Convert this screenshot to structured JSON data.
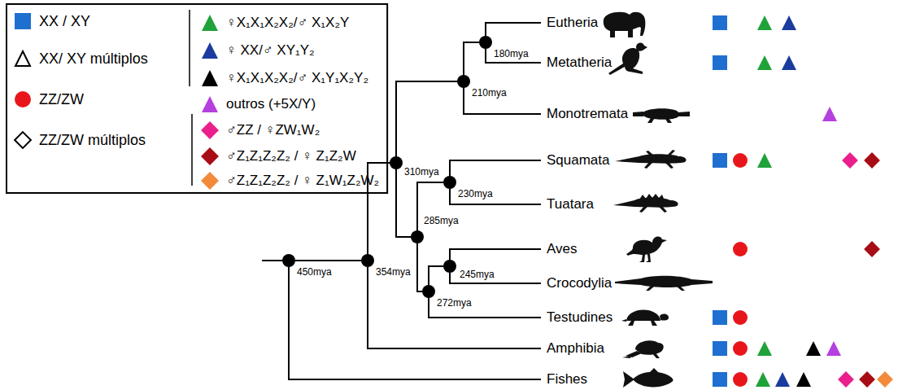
{
  "diagram": {
    "labels": [
      "450mya",
      "354mya",
      "310mya",
      "285mya",
      "272mya",
      "245mya",
      "230mya",
      "210mya",
      "180mya",
      "Eutheria",
      "Metatheria",
      "Monotremata",
      "Squamata",
      "Tuatara",
      "Aves",
      "Crocodylia",
      "Testudines",
      "Amphibia",
      "Fishes"
    ],
    "legend": [
      {
        "text": "XX / XY",
        "color": "#1f6fd1"
      },
      {
        "text": "XX/ XY múltiplos"
      },
      {
        "text": "ZZ/ZW",
        "color": "#e8161b"
      },
      {
        "text": "ZZ/ZW múltiplos"
      },
      {
        "text": "♀X₁X₁X₂X₂/♂ X₁X₂Y",
        "color": "#1fa23a"
      },
      {
        "text": "♀ XX/♂ XY₁Y₂",
        "color": "#1b3c9e"
      },
      {
        "text": "♀X₁X₁X₂X₂/♂ X₁Y₁X₂Y₂",
        "color": "#000000"
      },
      {
        "text": "outros (+5X/Y)",
        "color": "#b540e0"
      },
      {
        "text": "♂ZZ / ♀ZW₁W₂",
        "color": "#ea1f8c"
      },
      {
        "text": "♂Z₁Z₁Z₂Z₂ / ♀ Z₁Z₂W",
        "color": "#a80d16"
      },
      {
        "text": "♂Z₁Z₁Z₂Z₂ / ♀ Z₁W₁Z₂W₂",
        "color": "#f28a3a"
      }
    ]
  }
}
